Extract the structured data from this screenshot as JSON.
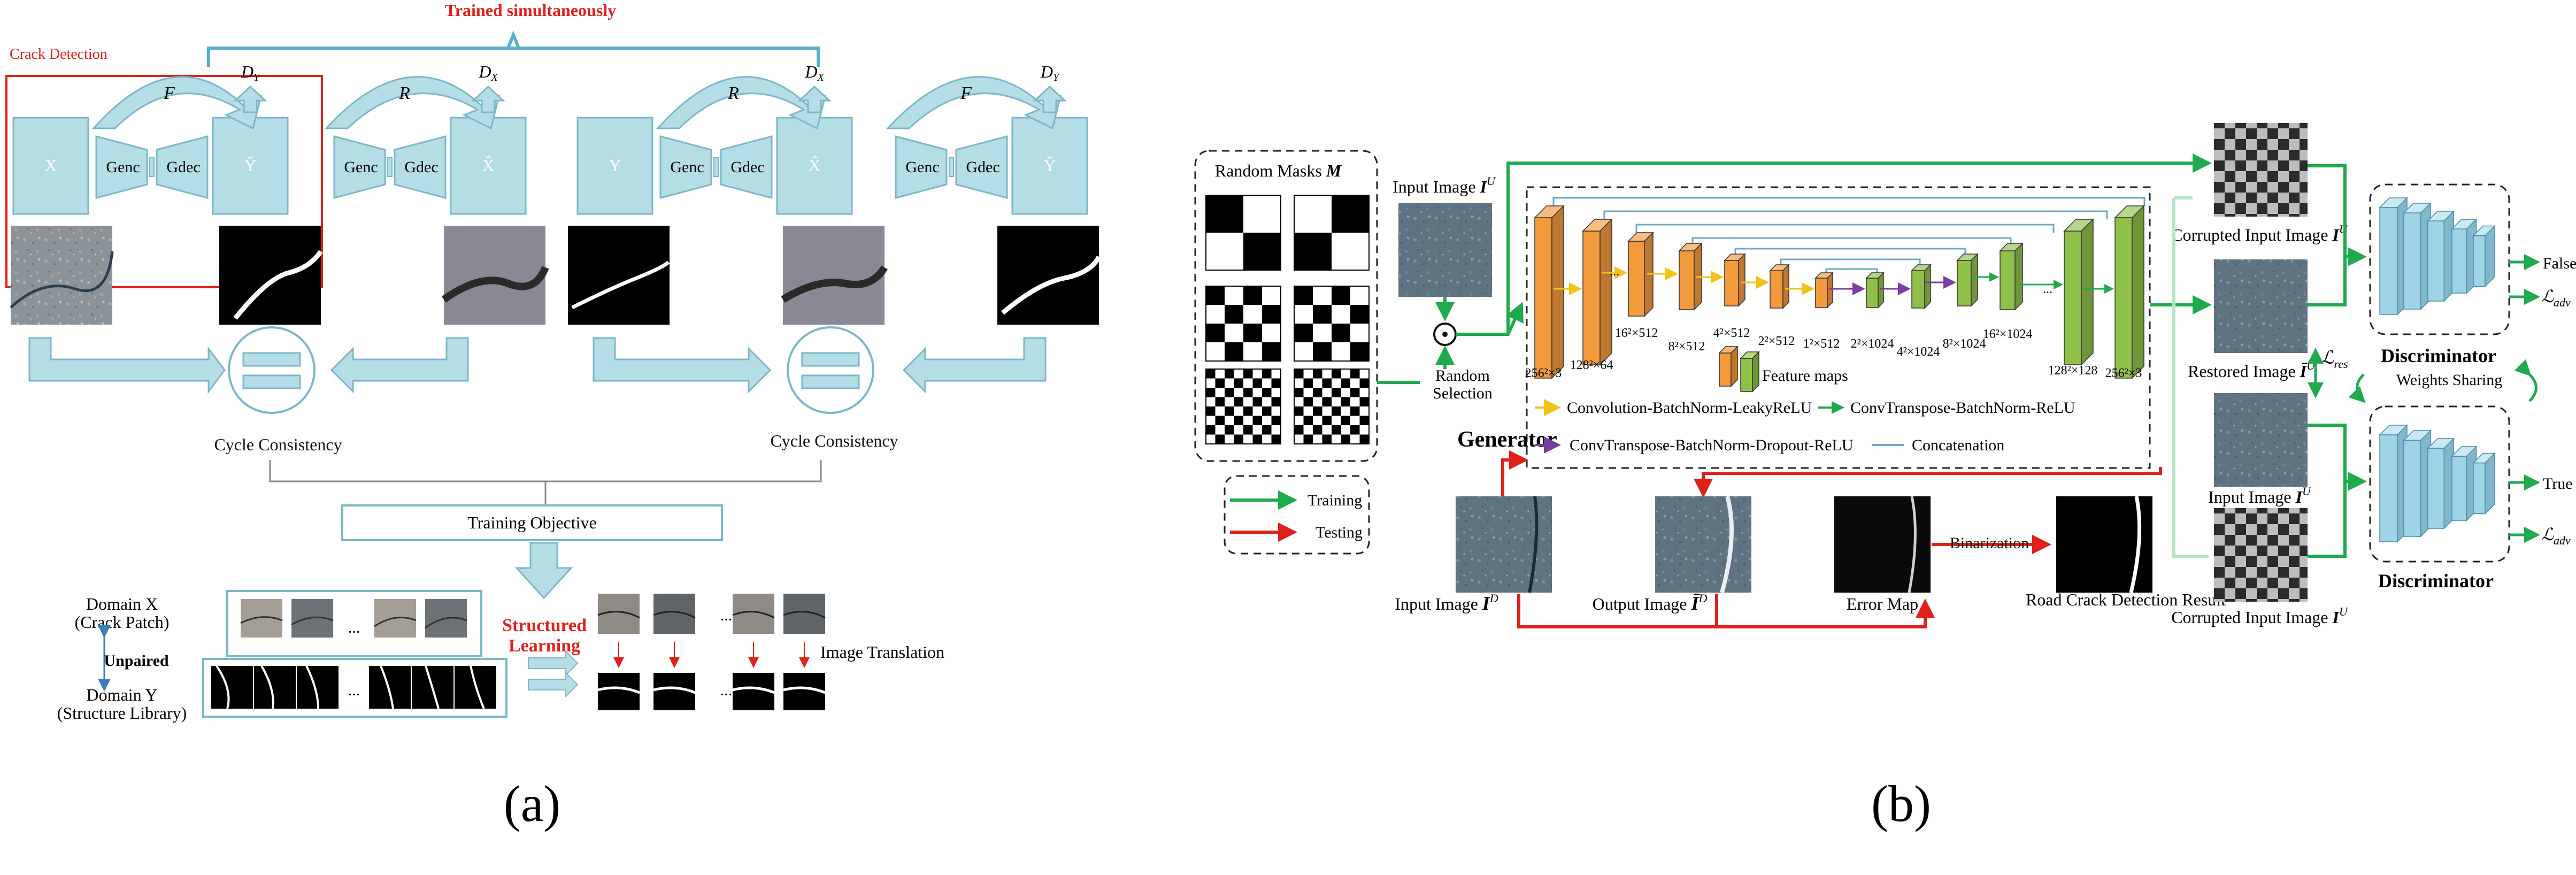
{
  "panel_a": {
    "label": "(a)",
    "trained_simultaneously": "Trained simultaneously",
    "crack_detection": "Crack Detection",
    "translators": [
      {
        "map": "F",
        "disc": "D",
        "disc_sub": "Y",
        "input": "X",
        "output": "Ŷ"
      },
      {
        "map": "R",
        "disc": "D",
        "disc_sub": "X",
        "input": "",
        "output": "X̂"
      },
      {
        "map": "R",
        "disc": "D",
        "disc_sub": "X",
        "input": "Y",
        "output": "X̂"
      },
      {
        "map": "F",
        "disc": "D",
        "disc_sub": "Y",
        "input": "",
        "output": "Ŷ"
      }
    ],
    "genc": "Genc",
    "gdec": "Gdec",
    "cycle_consistency": "Cycle Consistency",
    "training_objective": "Training Objective",
    "domain_x": "Domain X",
    "domain_x_desc": "(Crack Patch)",
    "unpaired": "Unpaired",
    "domain_y": "Domain Y",
    "domain_y_desc": "(Structure Library)",
    "ellipsis": "...",
    "structured": "Structured",
    "learning": "Learning",
    "image_translation": "Image Translation"
  },
  "panel_b": {
    "label": "(b)",
    "random_masks": "Random Masks",
    "random_masks_sym": "M",
    "input_image_u": "Input Image",
    "random_selection_1": "Random",
    "random_selection_2": "Selection",
    "generator": "Generator",
    "encoder_sizes": [
      "256²×3",
      "128²×64",
      "16²×512",
      "8²×512",
      "4²×512",
      "2²×512",
      "1²×512"
    ],
    "decoder_sizes": [
      "2²×1024",
      "4²×1024",
      "8²×1024",
      "16²×1024",
      "128²×128",
      "256²×3"
    ],
    "feature_maps": "Feature maps",
    "legend_conv": "Convolution-BatchNorm-LeakyReLU",
    "legend_convt": "ConvTranspose-BatchNorm-ReLU",
    "legend_convt_drop": "ConvTranspose-BatchNorm-Dropout-ReLU",
    "legend_concat": "Concatenation",
    "training": "Training",
    "testing": "Testing",
    "input_image_d": "Input Image",
    "output_image_d": "Output Image",
    "error_map": "Error Map",
    "binarization": "Binarization",
    "road_crack_result": "Road Crack Detection Result",
    "corrupted_input_top": "Corrupted Input Image",
    "restored_image": "Restored Image",
    "l_res": "ℒ",
    "l_res_sub": "res",
    "input_image_u2": "Input Image",
    "corrupted_input_bottom": "Corrupted Input Image",
    "discriminator": "Discriminator",
    "weights_sharing": "Weights Sharing",
    "false_label": "False",
    "true_label": "True",
    "l_adv": "ℒ",
    "l_adv_sub": "adv",
    "colors": {
      "encoder": "#f39a3c",
      "decoder": "#8fc04a",
      "disc": "#9fd3e6",
      "train": "#1faa4e",
      "test": "#e0201b",
      "yellow": "#f2c21b",
      "purple": "#7a3ea0",
      "concat": "#6fa8c8"
    }
  }
}
